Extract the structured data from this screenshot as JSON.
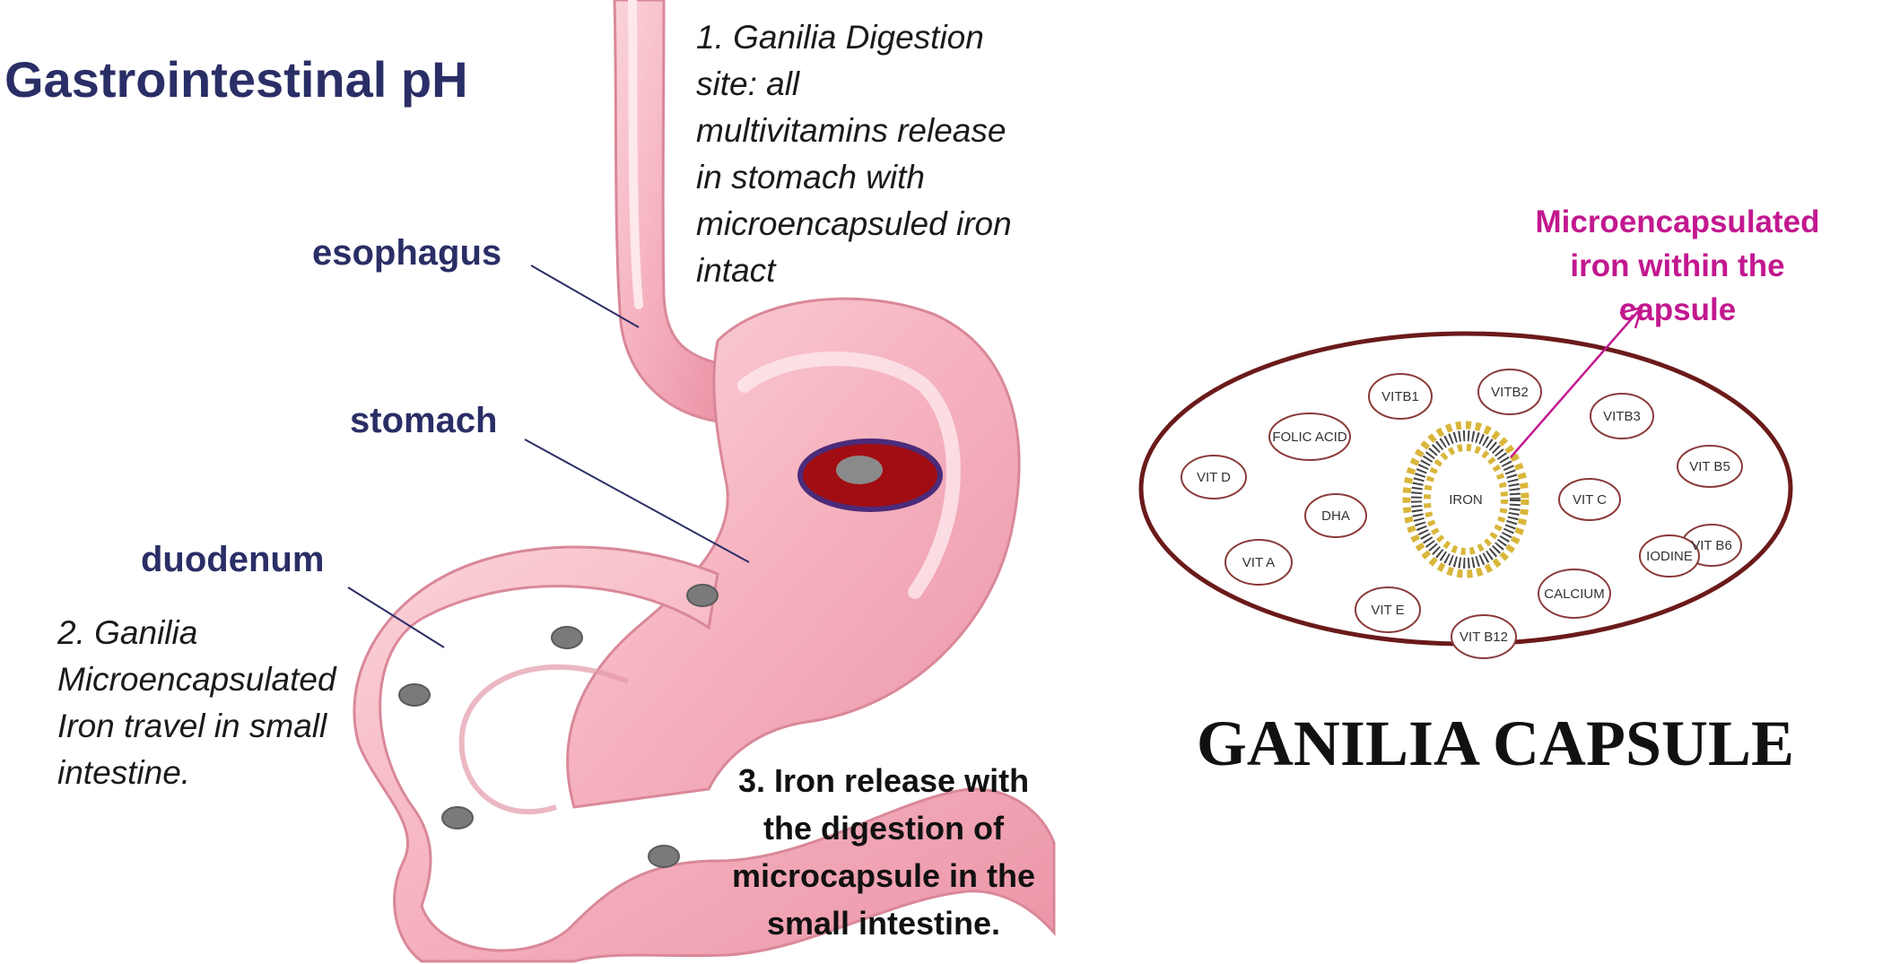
{
  "diagram": {
    "title": "Gastrointestinal pH",
    "organs": {
      "esophagus": "esophagus",
      "stomach": "stomach",
      "duodenum": "duodenum"
    },
    "note1": [
      "1. Ganilia Digestion",
      "site: all",
      "multivitamins release",
      "in stomach with",
      "microencapsuled iron",
      "intact"
    ],
    "note2": [
      "2. Ganilia",
      "Microencapsulated",
      "Iron travel in small",
      "intestine."
    ],
    "note3": [
      "3. Iron release with",
      "the digestion of",
      "microcapsule in the",
      "small intestine."
    ],
    "capsule_label": [
      "Microencapsulated",
      "iron within the",
      "capsule"
    ],
    "nutrients": {
      "vit_b1": "VITB1",
      "vit_b2": "VITB2",
      "vit_b3": "VITB3",
      "folic_acid": "FOLIC ACID",
      "vit_b5": "VIT B5",
      "vit_d": "VIT D",
      "dha": "DHA",
      "iron": "IRON",
      "vit_c": "VIT C",
      "vit_b6": "VIT B6",
      "iodine": "IODINE",
      "vit_a": "VIT A",
      "calcium": "CALCIUM",
      "vit_e": "VIT E",
      "vit_b12": "VIT B12"
    },
    "capsule_title": "GANILIA CAPSULE",
    "colors": {
      "title_navy": "#2a2e66",
      "stomach_pink": "#f7b9c4",
      "capsule_red": "#a10d12",
      "capsule_outline": "#6b1a1a",
      "label_magenta": "#c2188f",
      "membrane_yellow": "#d9b63a"
    }
  }
}
